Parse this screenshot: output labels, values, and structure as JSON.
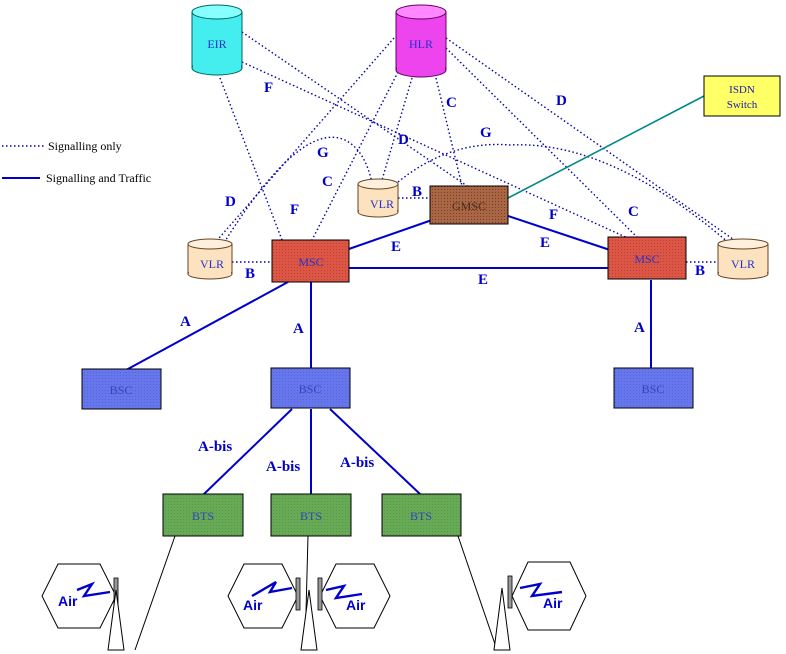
{
  "legend": {
    "signalling_only": "Signalling only",
    "signalling_and_traffic": "Signalling and Traffic"
  },
  "nodes": {
    "eir": "EIR",
    "hlr": "HLR",
    "isdn_line1": "ISDN",
    "isdn_line2": "Switch",
    "gmsc": "GMSC",
    "vlr_left": "VLR",
    "vlr_center": "VLR",
    "vlr_right": "VLR",
    "msc_left": "MSC",
    "msc_right": "MSC",
    "bsc_left": "BSC",
    "bsc_center": "BSC",
    "bsc_right": "BSC",
    "bts_left": "BTS",
    "bts_center": "BTS",
    "bts_right": "BTS"
  },
  "interfaces": {
    "a_left": "A",
    "a_center": "A",
    "a_right": "A",
    "abis_left": "A-bis",
    "abis_center": "A-bis",
    "abis_right": "A-bis",
    "b_left": "B",
    "b_center": "B",
    "b_right": "B",
    "c_hlr_gmsc": "C",
    "c_hlr_msc": "C",
    "c_hlr_mscright": "C",
    "d_left": "D",
    "d_center": "D",
    "d_right": "D",
    "e_gmsc_msc": "E",
    "e_gmsc_mscright": "E",
    "e_msc_msc": "E",
    "f_eir_gmsc": "F",
    "f_eir_msc": "F",
    "f_eir_mscright": "F",
    "g_left": "G",
    "g_right": "G"
  },
  "air": {
    "cell1": "Air",
    "cell2": "Air",
    "cell3": "Air",
    "cell4": "Air"
  },
  "colors": {
    "eir": "#44eeee",
    "hlr": "#ee44ee",
    "vlr": "#fde2c0",
    "msc": "#dd5544",
    "gmsc": "#aa6644",
    "bsc": "#6677ee",
    "bts": "#66aa55",
    "isdn": "#ffff66",
    "lines": "#0000cc",
    "isdn_link": "#008888"
  }
}
